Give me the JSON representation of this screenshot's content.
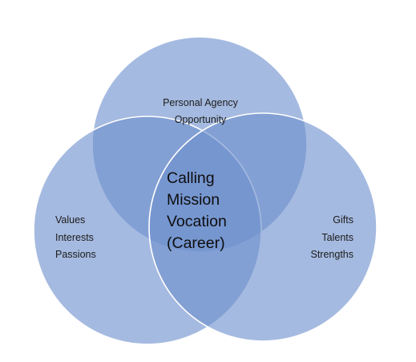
{
  "diagram": {
    "colors": {
      "circle_fill": "#6d8fcd",
      "outline": "#ffffff",
      "text": "#1c1c1c"
    },
    "top_circle": {
      "lines": [
        "Personal Agency",
        "Opportunity"
      ]
    },
    "left_circle": {
      "lines": [
        "Values",
        "Interests",
        "Passions"
      ]
    },
    "right_circle": {
      "lines": [
        "Gifts",
        "Talents",
        "Strengths"
      ]
    },
    "center": {
      "lines": [
        "Calling",
        "Mission",
        "Vocation",
        "(Career)"
      ]
    }
  }
}
